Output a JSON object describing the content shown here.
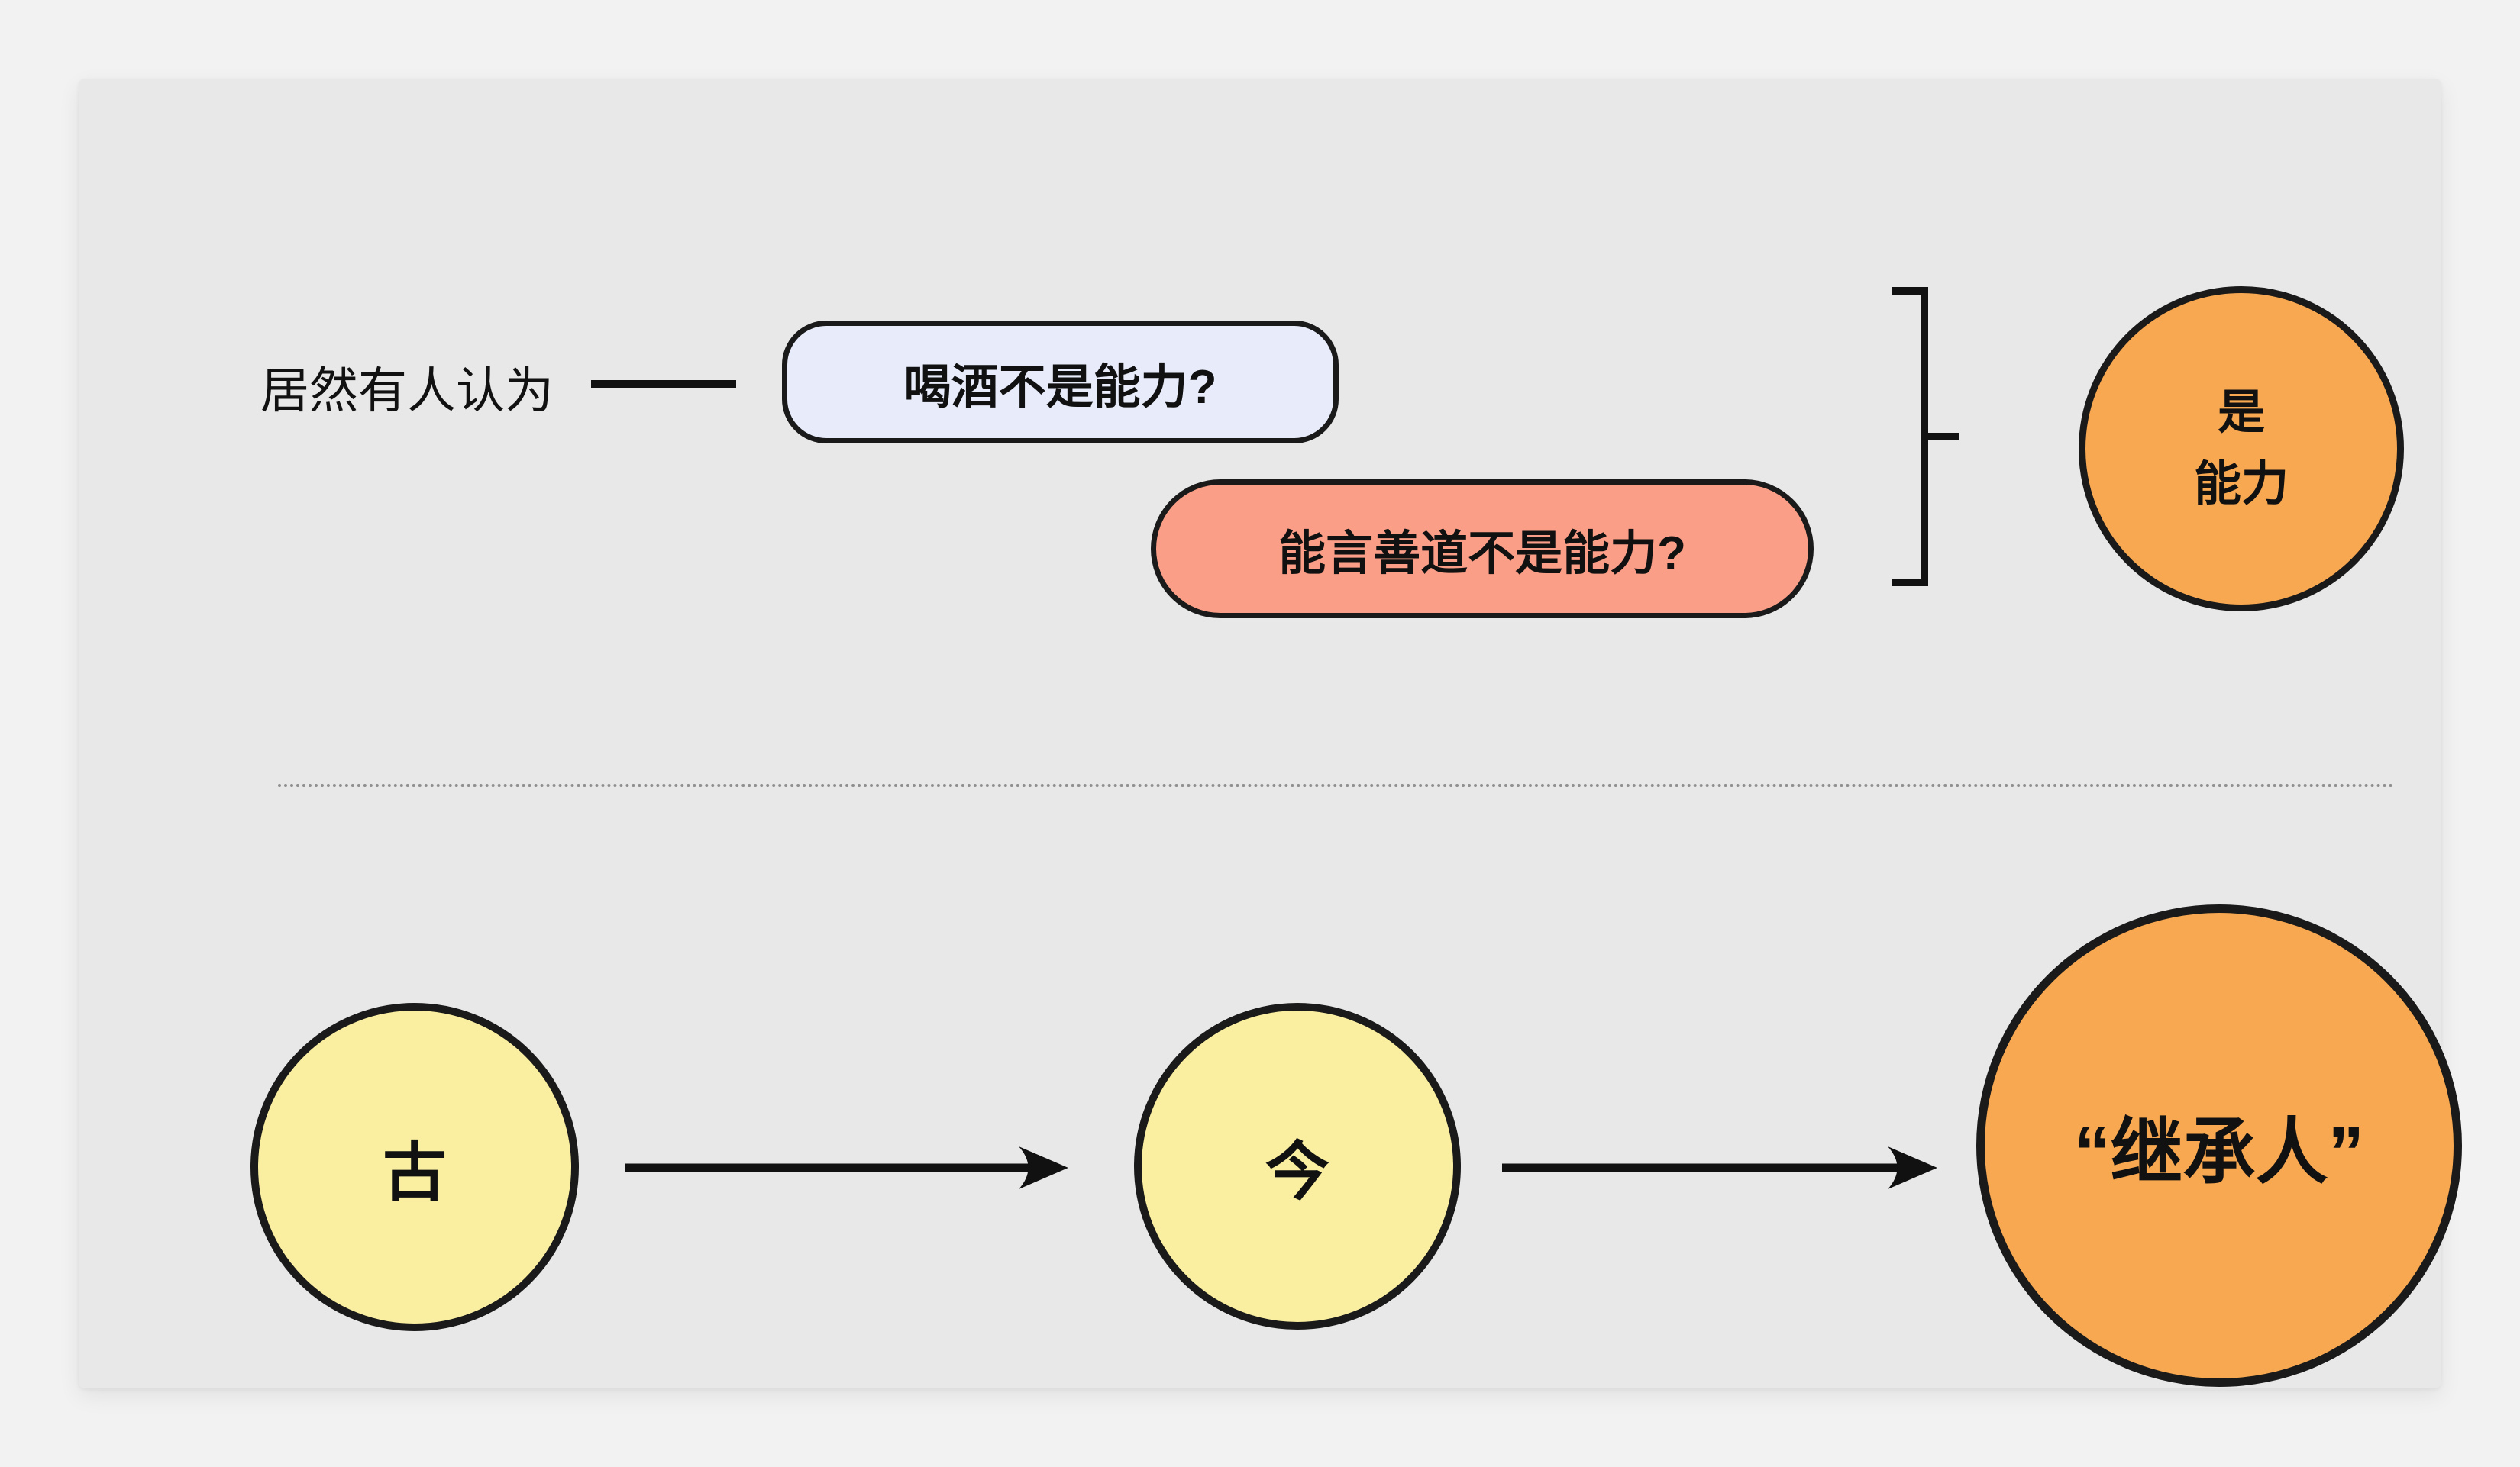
{
  "canvas": {
    "background_color": "#F2F2F2",
    "panel_color": "#E8E8E8",
    "stroke_color": "#1A1A1A",
    "text_color": "#111111",
    "divider_color": "#8F8F8F"
  },
  "top_section": {
    "intro_text": "居然有人认为",
    "bubbles": [
      {
        "id": "drinking",
        "label": "喝酒不是能力?",
        "fill": "#E8ECFA"
      },
      {
        "id": "eloquence",
        "label": "能言善道不是能力?",
        "fill": "#FB9E87"
      }
    ],
    "conclusion": {
      "line1": "是",
      "line2": "能力",
      "fill": "#F8A850"
    }
  },
  "timeline": {
    "nodes": [
      {
        "id": "ancient",
        "label": "古",
        "fill": "#FAEFA0"
      },
      {
        "id": "present",
        "label": "今",
        "fill": "#FAEFA0"
      },
      {
        "id": "heir",
        "label": "“继承人”",
        "fill": "#F8A850"
      }
    ]
  }
}
